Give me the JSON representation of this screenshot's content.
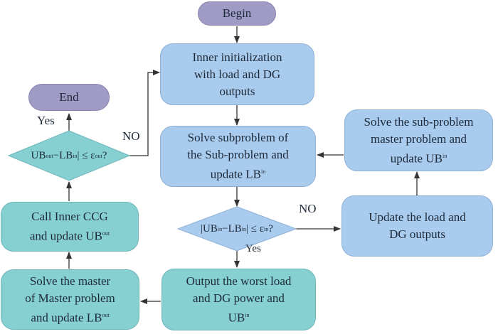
{
  "nodes": {
    "begin": "Begin",
    "end": "End",
    "inner_init": [
      "Inner initialization",
      "with load and DG",
      "outputs"
    ],
    "solve_sub": [
      "Solve subproblem of",
      "the Sub-problem and",
      "update LB"
    ],
    "solve_sub_sup": "in",
    "inner_check": {
      "text": "|UB",
      "sup1": "in",
      "mid": "−LB",
      "sup2": "in",
      "rel": "| ≤ ε",
      "sup3": "in",
      "end": "?"
    },
    "solve_master_in": [
      "Solve the sub-problem",
      "master problem and",
      "update UB"
    ],
    "solve_master_in_sup": "in",
    "update_load": [
      "Update the load and",
      "DG outputs"
    ],
    "output_worst": [
      "Output the worst load",
      "and DG power and",
      "UB"
    ],
    "output_worst_sup": "in",
    "solve_master_out": [
      "Solve the master",
      "of Master problem",
      "and update LB"
    ],
    "solve_master_out_sup": "out",
    "call_inner": [
      "Call Inner CCG",
      "and update UB"
    ],
    "call_inner_sup": "out",
    "outer_check": {
      "text": "UB",
      "sup1": "out",
      "mid": "−LB",
      "sup2": "in",
      "rel": "| ≤ ε",
      "sup3": "out",
      "end": "?"
    }
  },
  "edge_labels": {
    "outer_yes": "Yes",
    "outer_no": "NO",
    "inner_no": "NO",
    "inner_yes": "Yes"
  },
  "colors": {
    "process_blue": "#a9cbed",
    "process_teal": "#87d0d2",
    "terminal": "#9f9bc5",
    "arrow": "#333333"
  }
}
